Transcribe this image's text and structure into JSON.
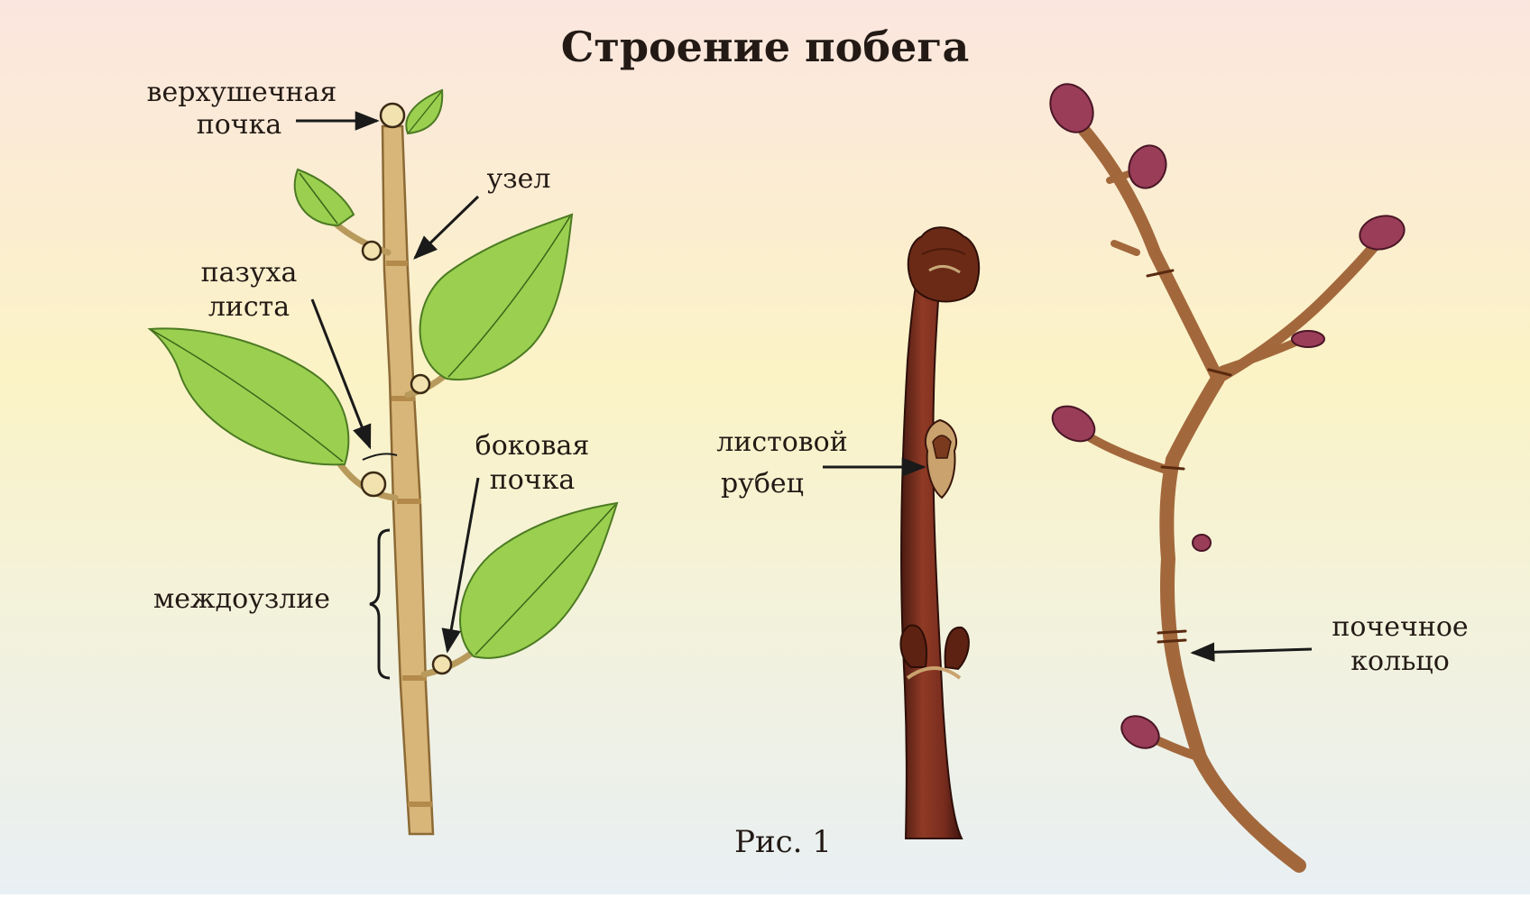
{
  "title": "Строение побега",
  "caption": "Рис. 1",
  "labels": {
    "apical_bud": [
      "верхушечная",
      "почка"
    ],
    "node": "узел",
    "leaf_axil": [
      "пазуха",
      "листа"
    ],
    "lateral_bud": [
      "боковая",
      "почка"
    ],
    "internode": "междоузлие",
    "leaf_scar": [
      "листовой",
      "рубец"
    ],
    "bud_ring": [
      "почечное",
      "кольцо"
    ]
  },
  "colors": {
    "background_top": "#fbe6df",
    "background_mid": "#fbf3c6",
    "background_bottom": "#e9f0f4",
    "stem": "#d8b67a",
    "leaf": "#9bcf50",
    "leaf_vein": "#3c6418",
    "twig_bark": "#7a2d1e",
    "branch_bark": "#a2683c",
    "bud": "#9a3d58"
  }
}
